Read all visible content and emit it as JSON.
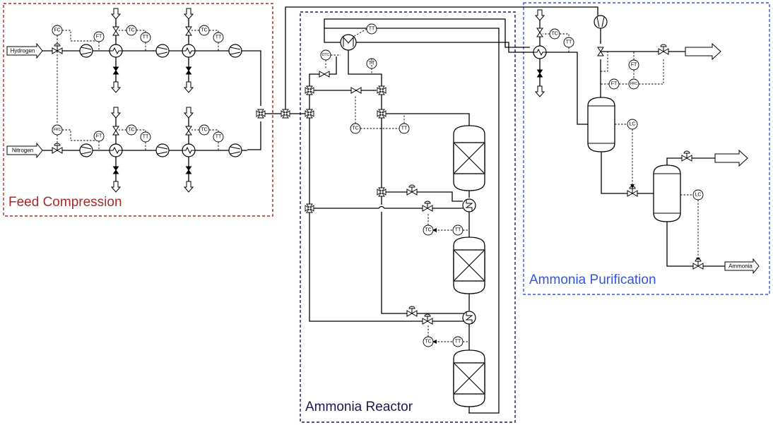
{
  "areas": {
    "feed_compression": {
      "label": "Feed Compression",
      "color": "#a52a2a"
    },
    "ammonia_reactor": {
      "label": "Ammonia Reactor",
      "color": "#1a1a4e"
    },
    "ammonia_purification": {
      "label": "Ammonia Purification",
      "color": "#3355dd"
    }
  },
  "streams": {
    "hydrogen": "Hydrogen",
    "nitrogen": "Nitrogen",
    "ammonia": "Ammonia"
  },
  "tags": {
    "fc": "FC",
    "ft": "FT",
    "tc": "TC",
    "tt": "TT",
    "frc": "FRC",
    "dtc": "DTC",
    "lc": "LC"
  }
}
